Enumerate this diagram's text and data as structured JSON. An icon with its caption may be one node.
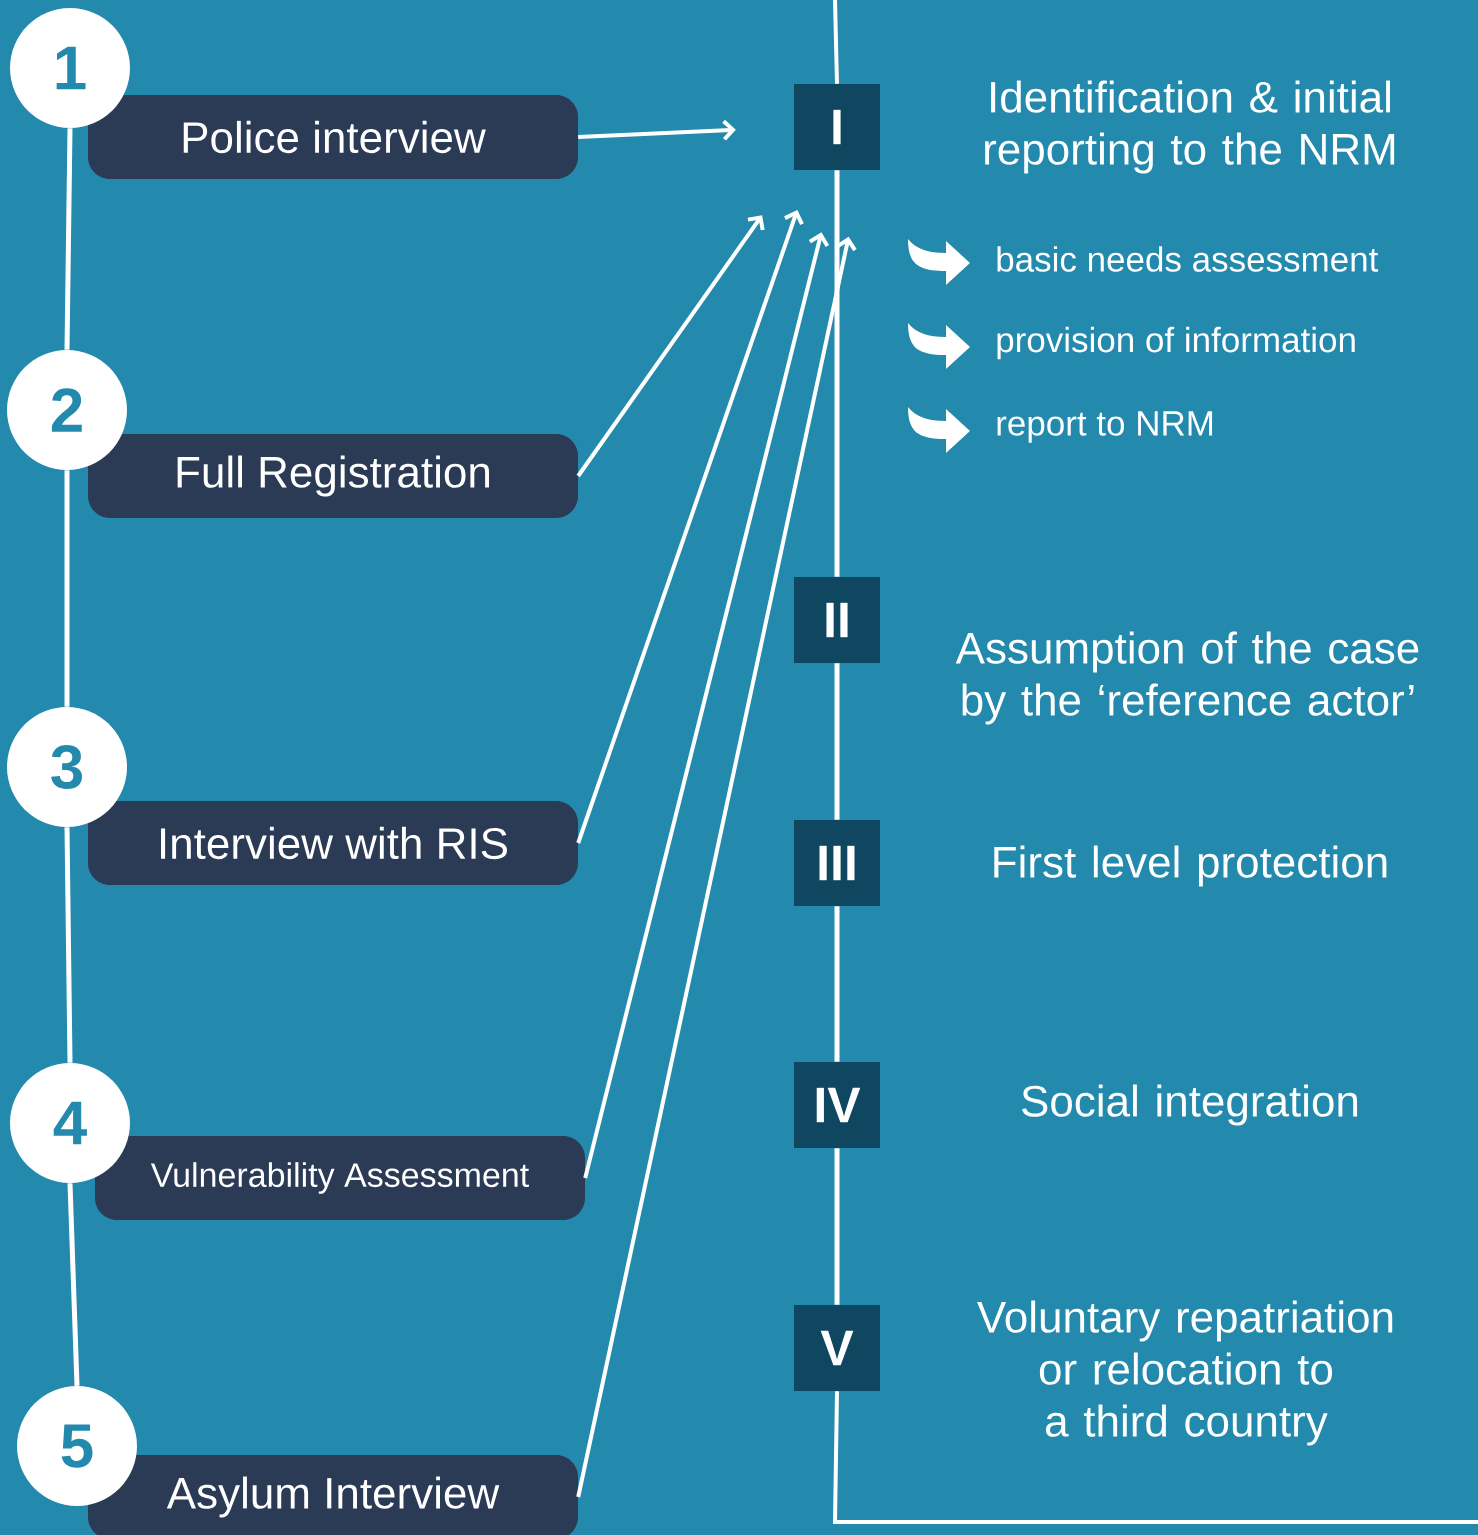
{
  "diagram": {
    "nodes": [
      {
        "text": [
          "1"
        ]
      },
      {
        "text": [
          "Police interview"
        ]
      },
      {
        "text": [
          "2"
        ]
      },
      {
        "text": [
          "Full Registration"
        ]
      },
      {
        "text": [
          "3"
        ]
      },
      {
        "text": [
          "Interview with RIS"
        ]
      },
      {
        "text": [
          "4"
        ]
      },
      {
        "text": [
          "Vulnerability Assessment"
        ]
      },
      {
        "text": [
          "5"
        ]
      },
      {
        "text": [
          "Asylum Interview"
        ]
      },
      {
        "text": [
          "I"
        ],
        "beside": [
          "Identification & initial reporting to the NRM"
        ]
      },
      {
        "text": [
          "II"
        ],
        "beside": [
          "Assumption of the case by the ‘reference actor’"
        ]
      },
      {
        "text": [
          "III"
        ],
        "beside": [
          "First level protection"
        ]
      },
      {
        "text": [
          "IV"
        ],
        "beside": [
          "Social integration"
        ]
      },
      {
        "text": [
          "V"
        ],
        "beside": [
          "Voluntary repatriation or relocation to a third country"
        ]
      }
    ],
    "edges": [
      {
        "from": 0,
        "to": 2,
        "arrow": "none"
      },
      {
        "from": 2,
        "to": 4,
        "arrow": "none"
      },
      {
        "from": 4,
        "to": 6,
        "arrow": "none"
      },
      {
        "from": 6,
        "to": 8,
        "arrow": "none"
      },
      {
        "from": 10,
        "to": 11,
        "arrow": "none"
      },
      {
        "from": 11,
        "to": 12,
        "arrow": "none"
      },
      {
        "from": 12,
        "to": 13,
        "arrow": "none"
      },
      {
        "from": 13,
        "to": 14,
        "arrow": "none"
      },
      {
        "from": 1,
        "to": 10,
        "arrow": "to"
      },
      {
        "from": 3,
        "to": 10,
        "arrow": "to"
      },
      {
        "from": 5,
        "to": 10,
        "arrow": "to"
      },
      {
        "from": 7,
        "to": 10,
        "arrow": "to"
      },
      {
        "from": 9,
        "to": 10,
        "arrow": "to"
      }
    ],
    "labels": [
      "basic needs assessment",
      "provision of information",
      "report to NRM"
    ]
  }
}
